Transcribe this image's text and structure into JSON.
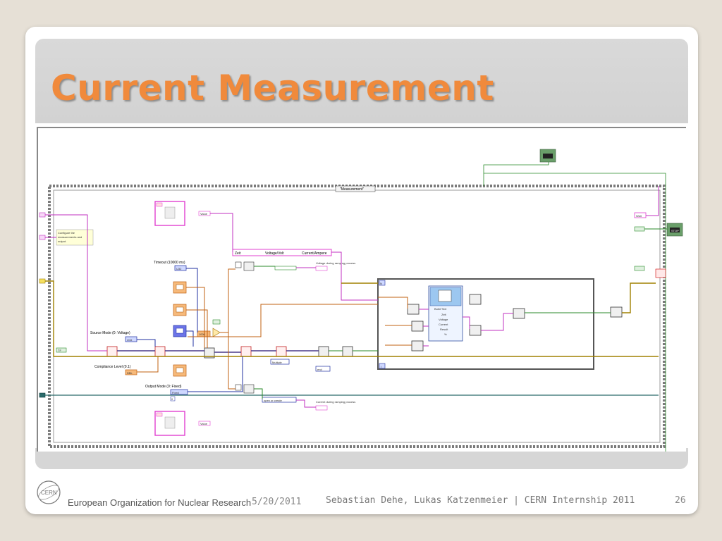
{
  "slide": {
    "title": "Current Measurement",
    "footer_org": "European Organization for Nuclear Research",
    "logo_text": "CERN",
    "date": "5/20/2011",
    "authors": "Sebastian Dehe, Lukas Katzenmeier | CERN Internship 2011",
    "page_number": "26"
  },
  "diagram": {
    "case_selector": "\"Measurement\"",
    "comment": [
      "Configure the",
      "measurements and",
      "output."
    ],
    "header_fields": [
      "Zeit",
      "Voltage/Volt",
      "Current/Ampere"
    ],
    "timeout_label": "Timeout (10000 ms)",
    "timeout_value": "U32",
    "source_mode_label": "Source Mode  (0: Voltage)",
    "source_mode_value": "U16",
    "compliance_label": "Compliance Level (0.1)",
    "compliance_value": "DBL",
    "output_mode_label": "Output Mode (0: Fixed)",
    "output_mode_value": "Fixed",
    "constant_1000": "1000",
    "constant_0": "0",
    "voltage_ramping_label": "Voltage during ramping process",
    "current_ramping_label": "Current during ramping process",
    "multiple_label": "Multiple",
    "open_create_label": "open or create",
    "end_label": "end",
    "wait_label": "Wait",
    "stop_label": "STOP",
    "build_text": {
      "title": "Build Text",
      "items": [
        "Zeit",
        "Voltage",
        "Current",
        "Result",
        "%"
      ]
    },
    "value_label": "Value",
    "true_const": "TF",
    "loop_iter": "i",
    "loop_n": "N"
  }
}
